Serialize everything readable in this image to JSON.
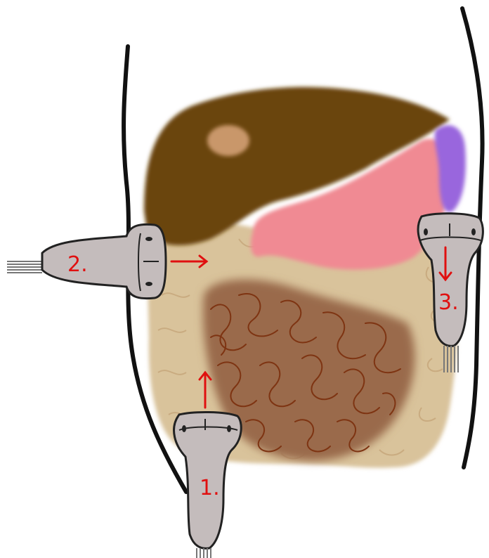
{
  "colors": {
    "background": "#ffffff",
    "body_outline": "#111111",
    "liver": "#6b4410",
    "liver_lesion": "#c9976a",
    "stomach": "#f08a93",
    "spleen": "#9966dd",
    "colon": "#d9c39b",
    "colon_haustra": "#c9ab80",
    "small_bowel": "#9a6a4c",
    "small_bowel_lines": "#8a3f1c",
    "probe_body": "#c4bcbc",
    "probe_outline": "#222222",
    "cable": "#777777",
    "arrow": "#e01010",
    "label": "#e01010"
  },
  "icons": {
    "probe_1": "ultrasound-probe-icon",
    "probe_2": "ultrasound-probe-icon",
    "probe_3": "ultrasound-probe-icon"
  },
  "probes": [
    {
      "label": "1.",
      "direction": "up"
    },
    {
      "label": "2.",
      "direction": "right"
    },
    {
      "label": "3.",
      "direction": "down"
    }
  ]
}
